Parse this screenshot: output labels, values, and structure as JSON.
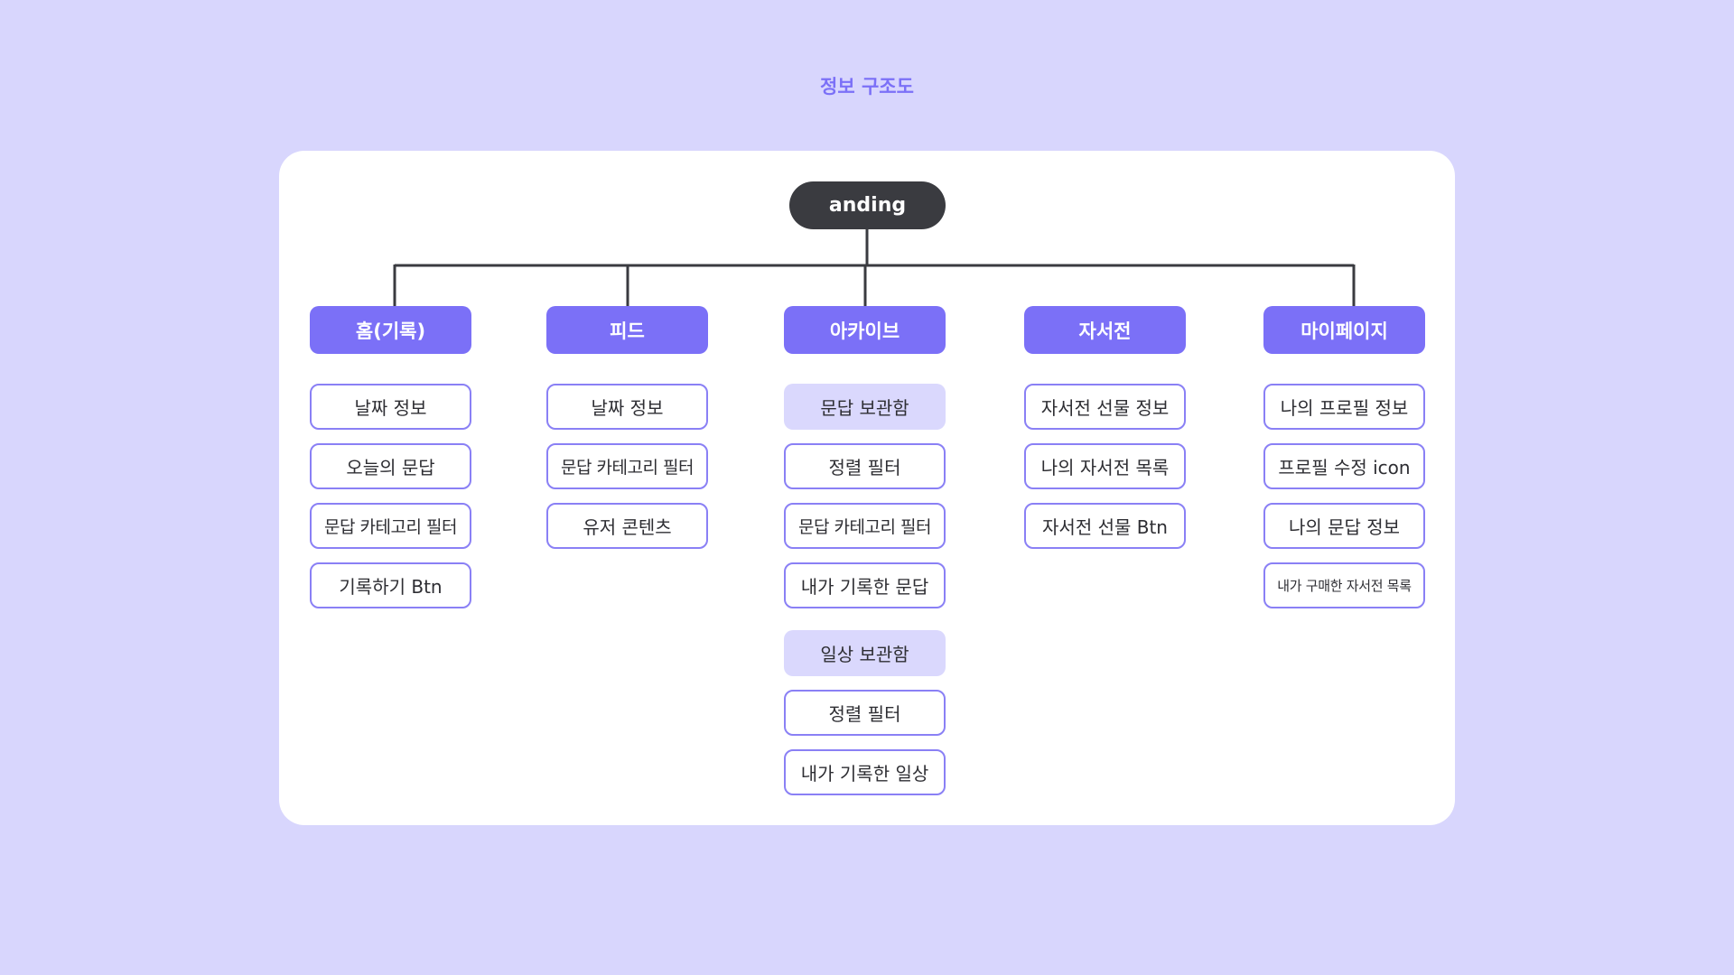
{
  "title": "정보 구조도",
  "root": "anding",
  "columns": [
    {
      "label": "홈(기록)",
      "items": [
        "날짜 정보",
        "오늘의 문답",
        "문답 카테고리 필터",
        "기록하기 Btn"
      ]
    },
    {
      "label": "피드",
      "items": [
        "날짜 정보",
        "문답 카테고리 필터",
        "유저 콘텐츠"
      ]
    },
    {
      "label": "아카이브",
      "groups": [
        {
          "label": "문답 보관함",
          "items": [
            "정렬 필터",
            "문답 카테고리 필터",
            "내가 기록한 문답"
          ]
        },
        {
          "label": "일상 보관함",
          "items": [
            "정렬 필터",
            "내가 기록한 일상"
          ]
        }
      ]
    },
    {
      "label": "자서전",
      "items": [
        "자서전 선물 정보",
        "나의 자서전 목록",
        "자서전 선물 Btn"
      ]
    },
    {
      "label": "마이페이지",
      "items": [
        "나의 프로필 정보",
        "프로필 수정 icon",
        "나의 문답 정보",
        "내가 구매한 자서전 목록"
      ]
    }
  ],
  "colors": {
    "background": "#d8d6fd",
    "accent": "#7b70f7",
    "root": "#3a3b40",
    "group_fill": "#dad8fd",
    "item_border": "#8a80f5"
  }
}
